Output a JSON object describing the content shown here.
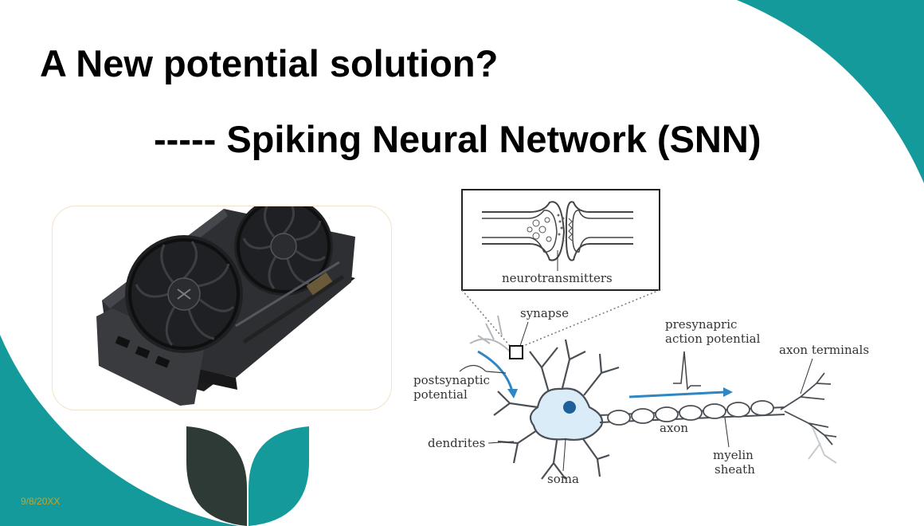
{
  "slide": {
    "title": "A New potential solution?",
    "subtitle": "----- Spiking Neural Network (SNN)",
    "date": "9/8/20XX"
  },
  "images": {
    "gpu": "graphics-card-photo",
    "neuron": "neuron-synapse-diagram"
  },
  "neuron_labels": {
    "neurotransmitters": "neurotransmitters",
    "synapse": "synapse",
    "presynaptic_line1": "presynapric",
    "presynaptic_line2": "action potential",
    "axon_terminals": "axon terminals",
    "postsynaptic_line1": "postsynaptic",
    "postsynaptic_line2": "potential",
    "dendrites": "dendrites",
    "axon": "axon",
    "myelin_line1": "myelin",
    "myelin_line2": "sheath",
    "soma": "soma"
  },
  "colors": {
    "teal": "#159a9c",
    "dark_leaf": "#2d3a36",
    "date": "#c9a227",
    "arrow_blue": "#2f86c2",
    "soma_fill": "#d9ecf8"
  }
}
